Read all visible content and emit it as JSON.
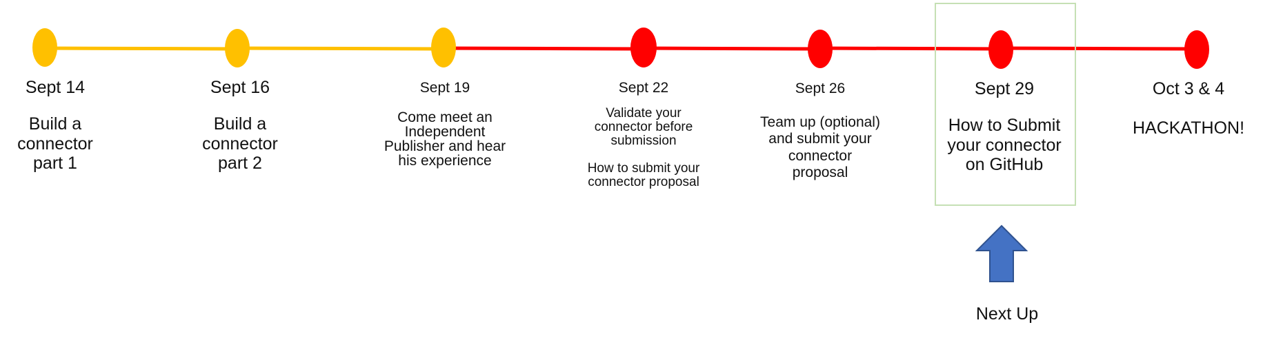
{
  "colors": {
    "past": "#ffc000",
    "upcoming": "#ff0000",
    "highlight_border": "#c5e0b4",
    "arrow_fill": "#4472c4",
    "arrow_stroke": "#2f528f"
  },
  "events": [
    {
      "date": "Sept 14",
      "description": "Build a\nconnector\npart 1",
      "status": "past"
    },
    {
      "date": "Sept 16",
      "description": "Build a\nconnector\npart 2",
      "status": "past"
    },
    {
      "date": "Sept 19",
      "description": "Come meet an\nIndependent\nPublisher and hear\nhis experience",
      "status": "past"
    },
    {
      "date": "Sept 22",
      "description": "Validate your\nconnector before\nsubmission\n\nHow to submit your\nconnector proposal",
      "status": "upcoming"
    },
    {
      "date": "Sept 26",
      "description": "Team up (optional)\nand submit your\nconnector\nproposal",
      "status": "upcoming"
    },
    {
      "date": "Sept 29",
      "description": "How to Submit\nyour connector\non GitHub",
      "status": "upcoming",
      "highlighted": true
    },
    {
      "date": "Oct 3 & 4",
      "description": "HACKATHON!",
      "status": "upcoming"
    }
  ],
  "next_up": {
    "label": "Next Up",
    "icon": "up-arrow-icon"
  }
}
